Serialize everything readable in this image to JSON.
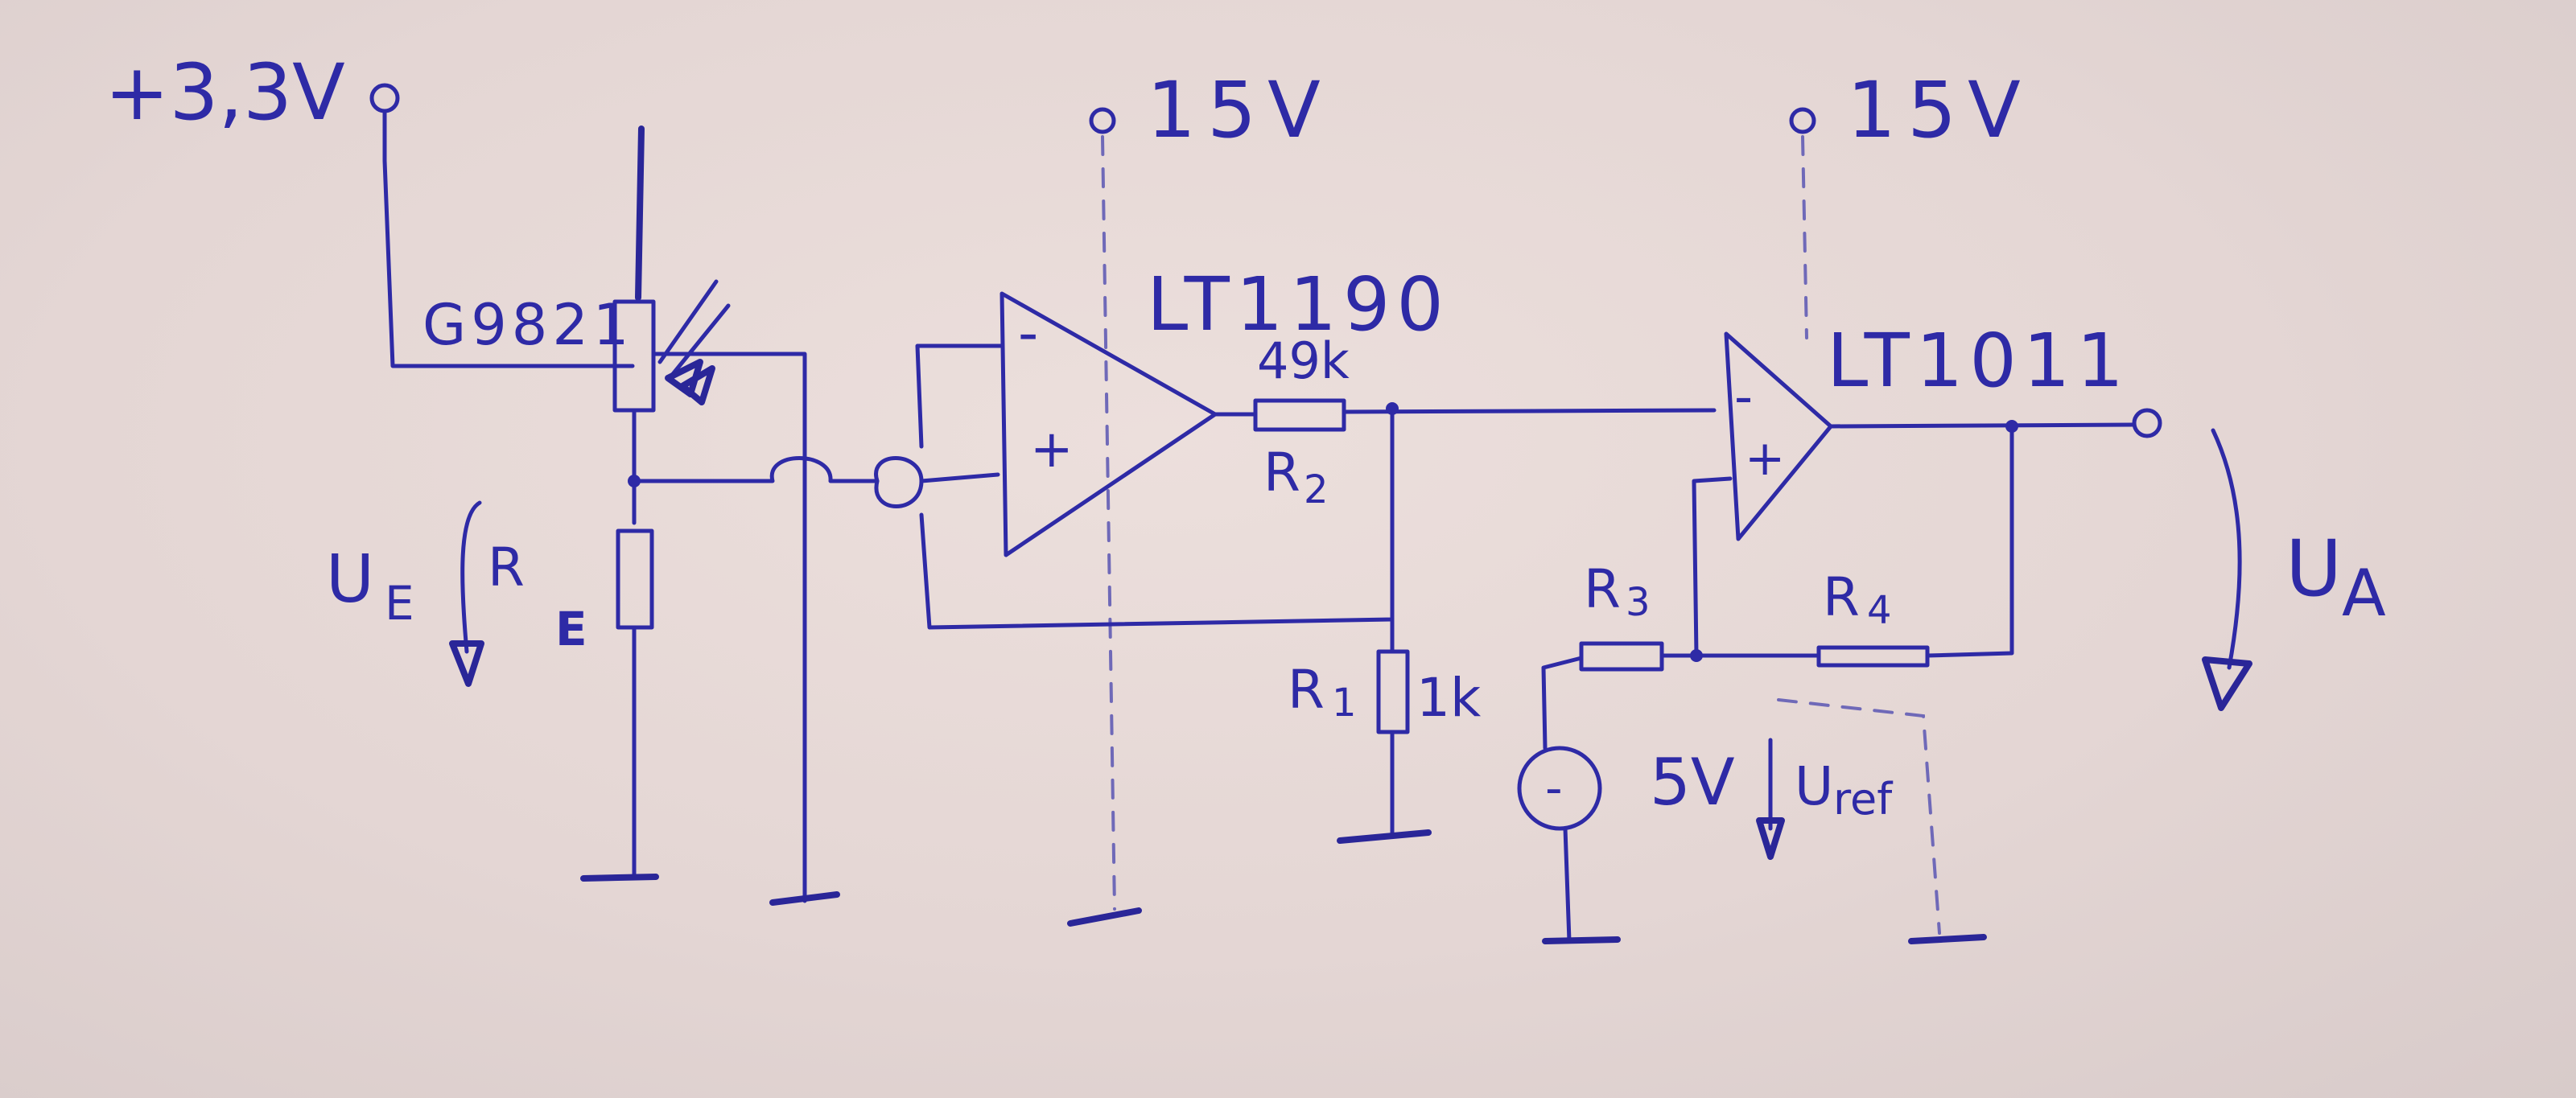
{
  "supply_3v3": "+3,3V",
  "supply_15v_1": "15V",
  "supply_15v_2": "15V",
  "photodiode": "G9821",
  "re": "R",
  "re_sub": "E",
  "ue": "U",
  "ue_sub": "E",
  "amp1": "LT1190",
  "r2_value": "49k",
  "r2": "R",
  "r2_sub": "2",
  "r1": "R",
  "r1_sub": "1",
  "r1_value": "1k",
  "amp2": "LT1011",
  "r3": "R",
  "r3_sub": "3",
  "r4": "R",
  "r4_sub": "4",
  "vref_value": "5V",
  "uref": "U",
  "uref_sub": "ref",
  "ua": "U",
  "ua_sub": "A",
  "minus": "-",
  "plus": "+"
}
